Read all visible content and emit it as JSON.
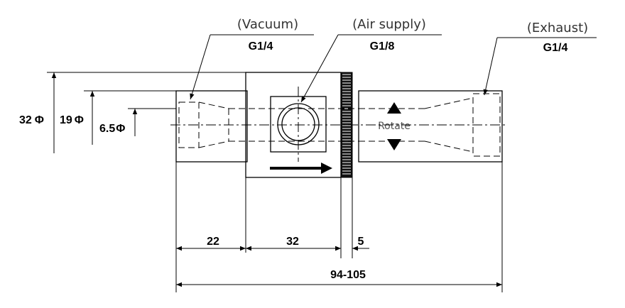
{
  "ports": {
    "vacuum": {
      "label": "(Vacuum)",
      "thread": "G1/4"
    },
    "air_supply": {
      "label": "(Air supply)",
      "thread": "G1/8"
    },
    "exhaust": {
      "label": "(Exhaust)",
      "thread": "G1/4"
    }
  },
  "diameters": {
    "outer": "32",
    "middle": "19",
    "inner": "6.5",
    "symbol": "Φ"
  },
  "rotate_label": "Rotate",
  "dimensions": {
    "left_section": "22",
    "center_section": "32",
    "ring": "5",
    "overall": "94-105"
  }
}
